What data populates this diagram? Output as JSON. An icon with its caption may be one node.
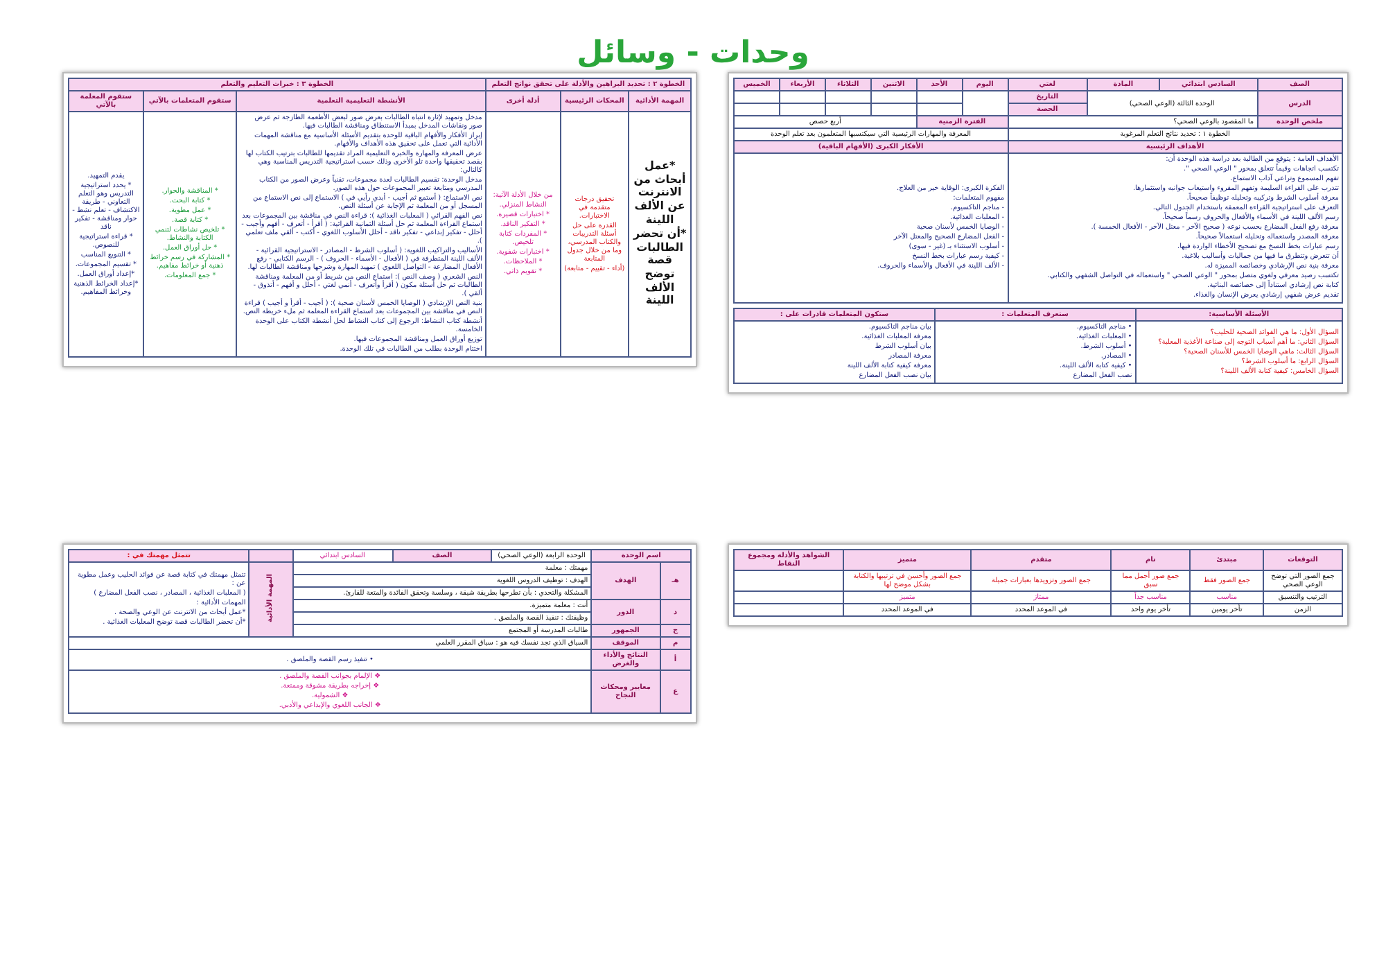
{
  "diagram": {
    "title": "وحدات - وسائل",
    "labels": [
      "الصف",
      "السادس ابتدائي",
      "المادة",
      "لغتي",
      "اليوم",
      "الأحد",
      "الاثنين",
      "الثلاثاء",
      "الأربعاء",
      "الخميس",
      "الدرس",
      "الوحدة الثالثة (الوعي الصحي)",
      "التاريخ",
      "الحصة",
      "ملخص الوحدة",
      "ما المقصود بالوعي الصحي؟",
      "الفترة الزمنية",
      "أربع حصص",
      "الخطوة ١ : تحديد نتائج التعلم المرغوبة",
      "المعرفة والمهارات الرئيسية التي سيكتسبها المتعلمون بعد تعلم الوحدة",
      "الأهداف الرئيسية",
      "الأفكار الكبرى (الأفهام الباقية)",
      "الأهداف العامة : يتوقع من الطالبة بعد دراسة هذه الوحدة أن:",
      "تكتسب اتجاهات وقيماً تتعلق بمحور \" الوعي الصحي \".",
      "تفهم المسموع وتراعي آداب الاستماع.",
      "تتدرب على القراءة السليمة وتفهم المقروء واستيعاب جوانبه واستثمارها.",
      "معرفة أسلوب الشرط وتركيبه وتحليله توظيفاً صحيحاً.",
      "التعرف على استراتيجية القراءة المعمقة باستخدام الجدول التالي.",
      "رسم الألف اللينة في الأسماء والأفعال والحروف رسماً صحيحاً.",
      "معرفة رفع الفعل المضارع بحسب نوعه ( صحيح الآخر - معتل الآخر - الأفعال الخمسة ).",
      "معرفة المصدر واستعماله وتحليله استعمالاً صحيحاً.",
      "رسم عبارات بخط النسخ مع تصحيح الأخطاء الواردة فيها.",
      "أن تتعرض وتتطرق ما فيها من جماليات وأساليب بلاغية.",
      "معرفة بنية نص الإرشادي وخصائصه المميزة له.",
      "تكتسب رصيد معرفي ولغوي متصل بمحور \" الوعي الصحي \" واستعماله في التواصل الشفهي والكتابي.",
      "كتابة نص إرشادي استناداً إلى خصائصه البنائية.",
      "تقديم عرض شفهي إرشادي يعرض الإنسان والغذاء.",
      "الفكرة الكبرى: الوقاية خير من العلاج.",
      "مفهوم المتعلمات:",
      "- مناجم التاكسيوم.",
      "- المعلبات الغذائية.",
      "- الوصايا الخمس لأسنان صحية",
      "- الفعل المضارع الصحيح والمعتل الآخر",
      "- أسلوب الاستثناء بـ (غير - سوى)",
      "- كيفية رسم عبارات بخط النسخ",
      "- الألف اللينة في الأفعال والأسماء والحروف.",
      "الأسئلة الأساسية:",
      "ستعرف المتعلمات :",
      "ستكون المتعلمات قادرات على :",
      "السؤال الأول: ما هي الفوائد الصحية للحليب؟",
      "السؤال الثاني: ما أهم أسباب التوجه إلى صناعة الأغذية المعلبة؟",
      "السؤال الثالث: ماهي الوصايا الخمس للأسنان الصحية؟",
      "السؤال الرابع: ما أسلوب الشرط؟",
      "السؤال الخامس: كيفية كتابة الألف اللينة؟",
      "• مناجم التاكسيوم.",
      "• المعلبات الغذائية.",
      "• أسلوب الشرط.",
      "• المصادر.",
      "• كيفية كتابة الألف اللينة.",
      "نصب الفعل المضارع",
      "بيان مناجم التاكسيوم.",
      "معرفة المعلبات الغذائية.",
      "بيان أسلوب الشرط",
      "معرفة المصادر",
      "معرفة كيفية كتابة الألف اللينة",
      "بيان نصب الفعل المضارع",
      "الخطوة ٢ : تحديد البراهين والأدلة على تحقق نواتج التعلم",
      "الخطوة ٣ : خبرات التعليم والتعلم",
      "المهمة الأدائية",
      "المحكات الرئيسية",
      "أدلة أخرى",
      "الأنشطة التعليمية التعلمية",
      "ستقوم المتعلمات بالآتي",
      "ستقوم المعلمة بالآتي",
      "*عمل أبحاث من الانترنت عن الألف اللينة",
      "*أن تحضر الطالبات قصة توضح الألف اللينة",
      "تحقيق درجات متقدمة في الاختبارات.",
      "القدرة على حل أسئلة التدريبات والكتاب المدرسي، وما من خلال جدول المتابعة",
      "(أداء - تقييم - متابعة)",
      "من خلال الأدلة الآتية:",
      "النشاط المنزلي.",
      "* اختبارات قصيرة.",
      "* التفكير الناقد.",
      "* المفردات كتابة تلخيص.",
      "* اختبارات شفوية.",
      "* الملاحظات.",
      "* تقويم ذاتي.",
      "مدخل وتمهيد لإثارة انتباه الطالبات بعرض صور لبعض الأطعمة الطازجة ثم عرض صور ونقاشات المدخل بمبدأ الاستنطاق ومناقشة الطالبات فيها.",
      "إبراز الأفكار والأفهام الباقية للوحدة بتقديم الأسئلة الأساسية مع مناقشة المهمات الأدائية التي تعمل على تحقيق هذه الأهداف والأفهام.",
      "عرض المعرفة والمهارة والخبرة التعليمية المراد تقديمها للطالبات بترتيب الكتاب لها بقصد تحقيقها واحدة تلو الأخرى وذلك حسب استراتيجية التدريس المناسبة وهي كالتالي:",
      "مدخل الوحدة: تقسيم الطالبات لعدة مجموعات، تقنياً وعرض الصور من الكتاب المدرسي ومتابعة تعبير المجموعات حول هذه الصور.",
      "نص الاستماع: ( أستمع ثم أجيب - أبدي رأيي في ) الاستماع إلى نص الاستماع من المسجل أو من المعلمة ثم الإجابة عن أسئلة النص.",
      "نص الفهم القرائي ( المعلبات الغذائية ): قراءة النص في مناقشة بين المجموعات بعد استماع القراءة المعلمة ثم حل أسئلة الثمانية القرائية: ( أقرأ - أتعرف - أفهم وأجيب - أحلل - تفكير إبداعي - تفكير ناقد - أحلل الأسلوب اللغوي - أكتب - ألقي ملف تعلمي ).",
      "الأساليب والتراكيب اللغوية: ( أسلوب الشرط - المصادر - الاستراتيجية القرائية - الألف اللينة المتطرفة في ( الأفعال - الأسماء - الحروف ) - الرسم الكتابي - رفع الأفعال المضارعة - التواصل اللغوي ) تمهيد المهارة وشرحها ومناقشة الطالبات لها.",
      "النص الشعري ( وصف النص ): استماع النص من شريط أو من المعلمة ومناقشة الطالبات ثم حل أسئلة مكون ( أقرأ وأتعرف - أنمي لغتي - أحلل و أفهم - أتذوق - ألقي ).",
      "بنية النص الإرشادي ( الوصايا الخمس لأسنان صحية ): ( أجيب - أقرأ و أجيب ) قراءة النص في مناقشة بين المجموعات بعد استماع القراءة المعلمة ثم ملء خريطة النص.",
      "أنشطة كتاب النشاط: الرجوع إلى كتاب النشاط لحل أنشطة الكتاب على الوحدة الخامسة.",
      "توزيع أوراق العمل ومناقشة المجموعات فيها.",
      "اختتام الوحدة بطلب من الطالبات في تلك الوحدة.",
      "* المناقشة والحوار.",
      "* كتابة البحث.",
      "* عمل مطوية.",
      "* كتابة قصة.",
      "* تلخيص نشاطات لتنمي الكتابة والنشاط.",
      "* حل أوراق العمل.",
      "* المشاركة في رسم خرائط ذهنية أو خرائط مفاهيم.",
      "* جمع المعلومات.",
      "يقدم التمهيد.",
      "* يحدد استراتيجية التدريس وهو التعلم التعاوني - طريقة الاكتشاف - تعلم نشط - حوار ومناقشة - تفكير ناقد",
      "* قراءة استراتيجية للنصوص.",
      "* التنويع المناسب",
      "* تقسيم المجموعات.",
      "*إعداد أوراق العمل.",
      "*إعداد الخرائط الذهنية وخرائط المفاهيم.",
      "اسم الوحدة",
      "الوحدة الرابعة (الوعي الصحي)",
      "الصف",
      "السادس ابتدائي",
      "تتمثل مهمتك في :",
      "هـ",
      "الهدف",
      "مهمتك : معلمة",
      "المهمة الأدائية",
      "تتمثل مهمتك في كتابة قصة عن فوائد الحليب وعمل مطوية عن :",
      "( المعلبات الغذائية ، المصادر ، نصب الفعل المضارع )",
      "المهمات الأدائية :",
      "*عمل أبحاث من الانترنت عن الوعي والصحة .",
      "*أن تحضر الطالبات قصة توضح المعلبات الغذائية .",
      "الهدف : توظيف الدروس اللغوية",
      "المشكلة والتحدي : بأن تطرحها بطريقة شيقة ، وسلسة وتحقق الفائدة والمتعة للقارئ.",
      "د",
      "الدور",
      "أنت : معلمة متميزة.",
      "وظيفتك : تنفيذ القصة والملصق .",
      "ج",
      "الجمهور",
      "طالبات المدرسة أو المجتمع",
      "م",
      "الموقف",
      "السياق الذي تجد نفسك فيه هو : سياق المقرر العلمي",
      "أ",
      "النتائج والأداء والغرض",
      "• تنفيذ رسم القصة والملصق .",
      "ع",
      "معايير ومحكات النجاح",
      "❖ الإلمام بجوانب القصة والملصق .",
      "❖ إخراجه بطريقة مشوقة وممتعة.",
      "❖ الشمولية.",
      "❖ الجانب اللغوي والإبداعي والأدبي.",
      "التوقعات",
      "مبتدئ",
      "نام",
      "متقدم",
      "متميز",
      "الشواهد والأدلة ومجموع النقاط",
      "جمع الصور التي توضح الوعي الصحي",
      "جمع الصور فقط",
      "جمع صور أجمل مما سبق",
      "جمع الصور وتزويدها بعبارات جميلة",
      "جمع الصور وأحسن في ترتيبها والكتابة بشكل موضح لها",
      "الترتيب والتنسيق",
      "مناسب",
      "مناسب جداً",
      "ممتاز",
      "متميز",
      "الزمن",
      "تأخر يومين",
      "تأخر يوم واحد",
      "في الموعد المحدد",
      "في الموعد المحدد"
    ]
  }
}
